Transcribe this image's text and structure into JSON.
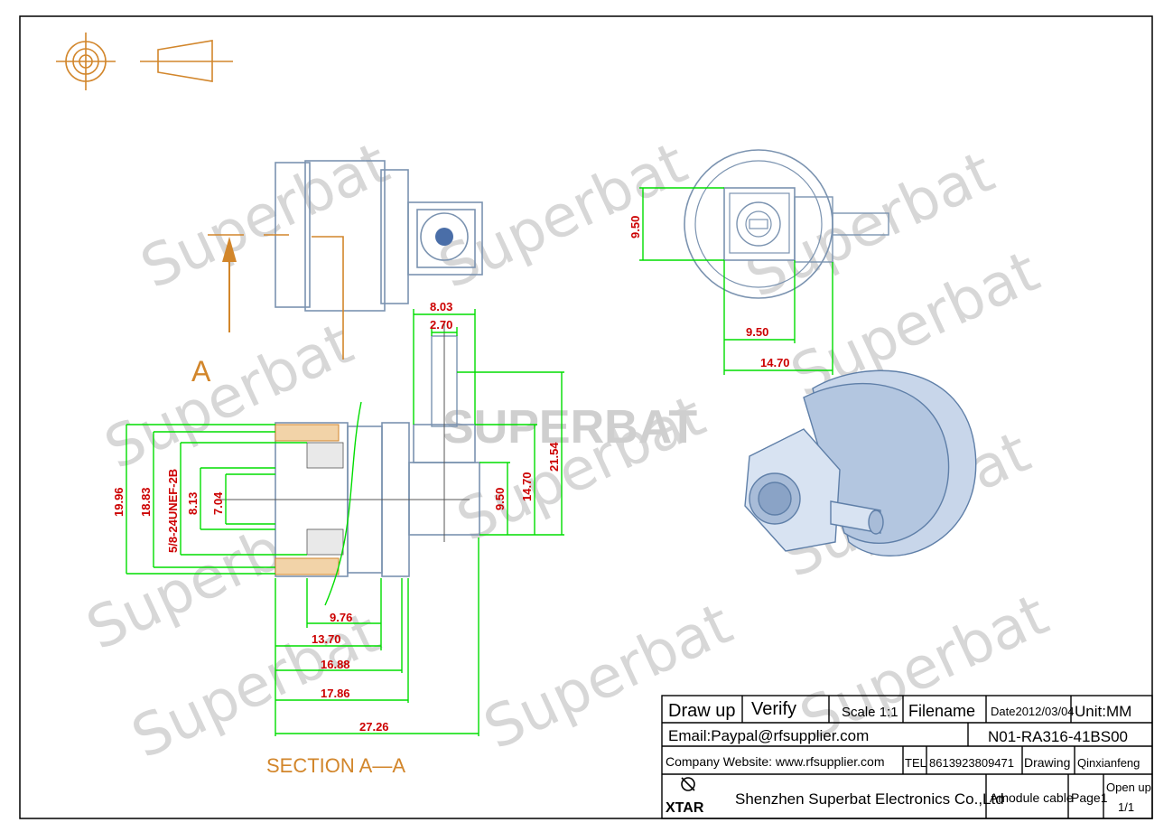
{
  "watermarks": [
    "Superbat",
    "SUPERBAT"
  ],
  "views": {
    "section_letter": "A",
    "section_title": "SECTION  A—A"
  },
  "dimensions": {
    "side": [
      "8.03",
      "2.70",
      "21.54",
      "14.70",
      "9.50"
    ],
    "vertical_left": [
      "19.96",
      "18.83",
      "5/8-24UNEF-2B",
      "8.13",
      "7.04"
    ],
    "horizontal_bottom": [
      "9.76",
      "13.70",
      "16.88",
      "17.86",
      "27.26"
    ],
    "end_view": [
      "9.50",
      "9.50",
      "14.70"
    ]
  },
  "title_block": {
    "draw_up": "Draw up",
    "verify": "Verify",
    "scale": "Scale 1:1",
    "filename": "Filename",
    "date": "Date2012/03/04",
    "unit": "Unit:MM",
    "email": "Email:Paypal@rfsupplier.com",
    "part_no": "N01-RA316-41BS00",
    "website": "Company Website:  www.rfsupplier.com",
    "tel_label": "TEL",
    "tel": "8613923809471",
    "drawing_label": "Drawing",
    "drawer": "Qinxianfeng",
    "logo": "XTAR",
    "company": "Shenzhen Superbat Electronics Co.,Ltd",
    "cable": "Amodule cable",
    "page": "Page1",
    "open_up": "Open up",
    "sheet": "1/1"
  }
}
